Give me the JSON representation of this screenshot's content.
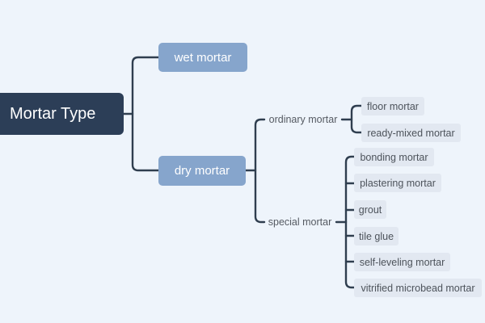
{
  "diagram": {
    "root": {
      "label": "Mortar Type"
    },
    "branches": [
      {
        "label": "wet mortar"
      },
      {
        "label": "dry mortar"
      }
    ],
    "dry_children": [
      {
        "label": "ordinary mortar",
        "children": [
          "floor mortar",
          "ready-mixed mortar"
        ]
      },
      {
        "label": "special mortar",
        "children": [
          "bonding mortar",
          "plastering mortar",
          "grout",
          "tile glue",
          "self-leveling mortar",
          "vitrified microbead mortar"
        ]
      }
    ]
  },
  "colors": {
    "background": "#eef4fb",
    "root_fill": "#2c3e57",
    "branch_fill": "#86a5cc",
    "leaf_fill": "#e2e8f1",
    "connector": "#2f3e4f"
  }
}
